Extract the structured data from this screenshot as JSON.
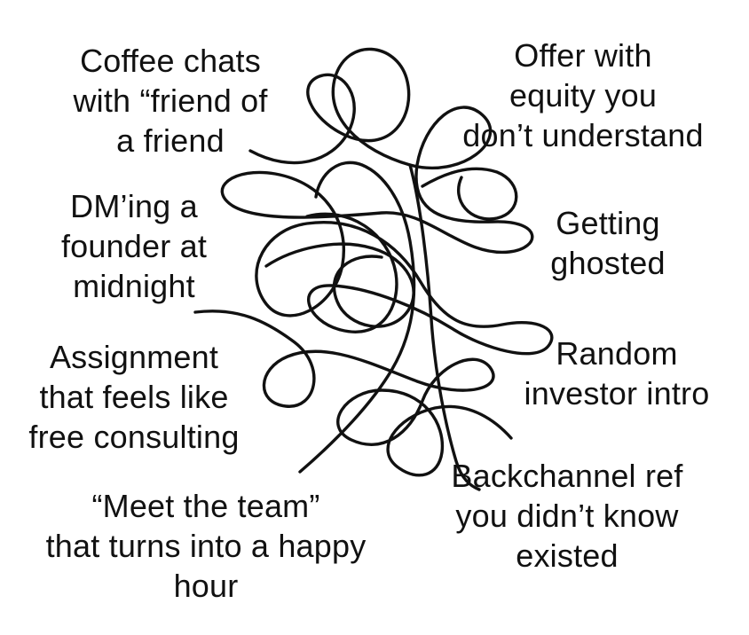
{
  "labels": {
    "coffee_chats": "Coffee chats\nwith “friend of\na friend",
    "offer_equity": "Offer with\nequity you\ndon’t understand",
    "dm_founder": "DM’ing a\nfounder at\nmidnight",
    "getting_ghosted": "Getting\nghosted",
    "assignment": "Assignment\nthat feels like\nfree consulting",
    "investor_intro": "Random\ninvestor intro",
    "meet_team": "“Meet the team”\nthat turns into a happy\nhour",
    "backchannel_ref": "Backchannel ref\nyou didn’t know\nexisted"
  },
  "colors": {
    "ink": "#111111",
    "background": "#ffffff"
  }
}
